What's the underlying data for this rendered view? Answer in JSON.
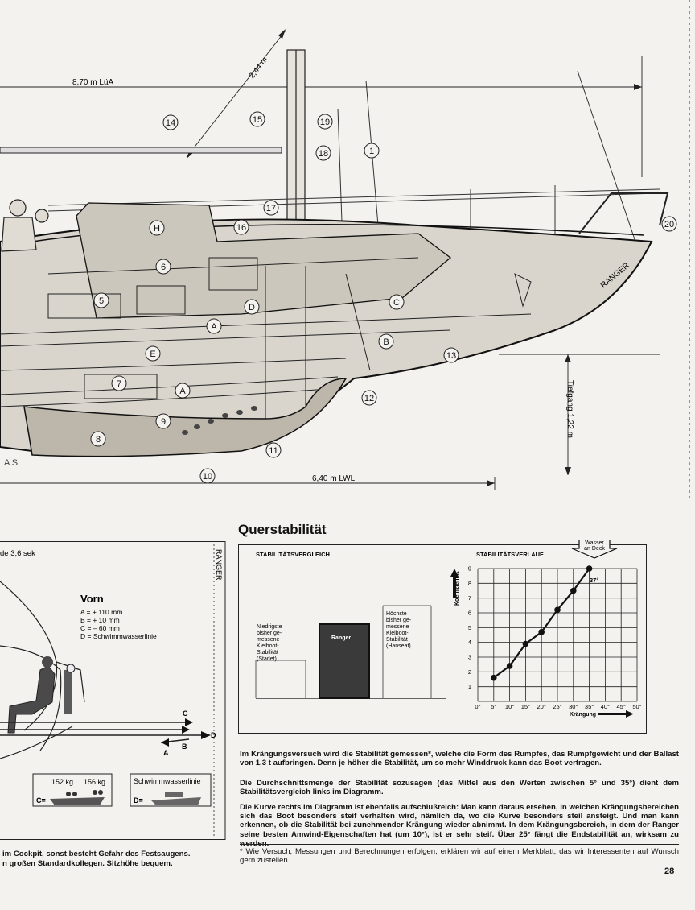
{
  "cutaway": {
    "dimensions": {
      "loa": "8,70 m LüA",
      "lwl": "6,40 m LWL",
      "mast": "2,44 m",
      "draft": "Tiefgang 1,22 m"
    },
    "hull_name": "RANGER",
    "callout_numbers": [
      "1",
      "6",
      "5",
      "7",
      "8",
      "9",
      "10",
      "11",
      "12",
      "13",
      "14",
      "15",
      "16",
      "17",
      "18",
      "19",
      "20"
    ],
    "callout_letters": [
      "A",
      "A",
      "B",
      "C",
      "D",
      "E",
      "H"
    ],
    "watermark": "A S"
  },
  "left_panel": {
    "period_text": "de 3,6 sek",
    "side_label": "RANGER",
    "vorn": {
      "heading": "Vorn",
      "lines": [
        "A = + 110 mm",
        "B = + 10 mm",
        "C = – 60 mm",
        "D = Schwimmwasserlinie"
      ]
    },
    "arrow_labels": [
      "A",
      "B",
      "C",
      "D"
    ],
    "box1": {
      "weight1": "152 kg",
      "weight2": "156 kg",
      "letter": "C="
    },
    "box2": {
      "label": "Schwimmwasserlinie",
      "letter": "D="
    },
    "caption_line1": "im Cockpit, sonst besteht Gefahr des Festsaugens.",
    "caption_line2": "n großen Standardkollegen. Sitzhöhe bequem."
  },
  "section_title": "Querstabilität",
  "chart_data": [
    {
      "type": "bar",
      "title": "STABILITÄTSVERGLEICH",
      "categories": [
        "Niedrigste bisher gemessene Kielboot-Stabilität (Starlet)",
        "Ranger",
        "Höchste bisher gemessene Kielboot-Stabilität (Hanseat)"
      ],
      "values": [
        2.5,
        5,
        6
      ],
      "bar_labels": {
        "starlet": [
          "Niedrigste",
          "bisher ge-",
          "messene",
          "Kielboot-",
          "Stabilität",
          "(Starlet)"
        ],
        "ranger": "Ranger",
        "hanseat": [
          "Höchste",
          "bisher ge-",
          "messene",
          "Kielboot-",
          "Stabilität",
          "(Hanseat)"
        ]
      },
      "fill_colors": {
        "ranger": "#3a3a3a"
      }
    },
    {
      "type": "line",
      "title": "STABILITÄTSVERLAUF",
      "x": [
        5,
        10,
        15,
        20,
        25,
        30,
        35
      ],
      "y": [
        1.6,
        2.4,
        3.9,
        4.7,
        6.2,
        7.5,
        9.0
      ],
      "xlabel": "Krängung",
      "ylabel": "Koeffizient K",
      "xlim": [
        0,
        50
      ],
      "ylim": [
        0,
        9
      ],
      "xticks": [
        "0°",
        "5°",
        "10°",
        "15°",
        "20°",
        "25°",
        "30°",
        "35°",
        "40°",
        "45°",
        "50°"
      ],
      "yticks": [
        "1",
        "2",
        "3",
        "4",
        "5",
        "6",
        "7",
        "8",
        "9"
      ],
      "grid": true,
      "annotations": {
        "end_angle": "37°",
        "water_on_deck_line1": "Wasser",
        "water_on_deck_line2": "an Deck"
      }
    }
  ],
  "body": {
    "p1": "Im Krängungsversuch wird die Stabilität gemessen*, welche die Form des Rumpfes, das Rumpfgewicht und der Ballast von 1,3 t aufbringen. Denn je höher die Stabilität, um so mehr Winddruck kann das Boot vertragen.",
    "p2": "Die Durchschnittsmenge der Stabilität sozusagen (das Mittel aus den Werten zwischen 5° und 35°) dient dem Stabilitätsvergleich links im Diagramm.",
    "p3": "Die Kurve rechts im Diagramm ist ebenfalls aufschlußreich: Man kann daraus ersehen, in welchen Krängungsbereichen sich das Boot besonders steif verhalten wird, nämlich da, wo die Kurve besonders steil ansteigt. Und man kann erkennen, ob die Stabilität bei zunehmender Krängung wieder abnimmt. In dem Krängungsbereich, in dem der Ranger seine besten Amwind-Eigenschaften hat (um 10°), ist er sehr steif. Über 25° fängt die Endstabilität an, wirksam zu werden.",
    "footnote": "* Wie Versuch, Messungen und Berechnungen erfolgen, erklären wir auf einem Merkblatt, das wir Interessenten auf Wunsch gern zustellen."
  },
  "page_number": "28"
}
